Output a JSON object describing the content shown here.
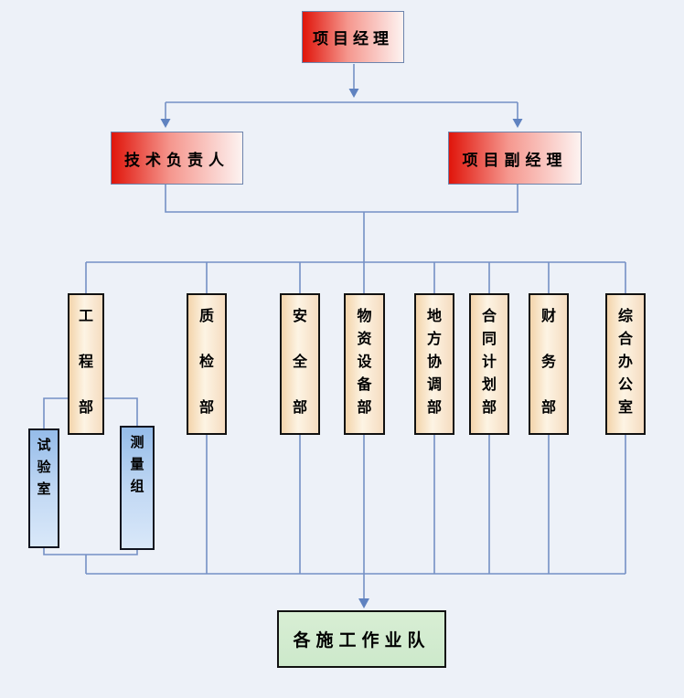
{
  "org_chart": {
    "top": {
      "label": "项目经理"
    },
    "level2": [
      {
        "label": "技术负责人"
      },
      {
        "label": "项目副经理"
      }
    ],
    "departments": [
      {
        "label": "工程部"
      },
      {
        "label": "质检部"
      },
      {
        "label": "安全部"
      },
      {
        "label": "物资设备部"
      },
      {
        "label": "地方协调部"
      },
      {
        "label": "合同计划部"
      },
      {
        "label": "财务部"
      },
      {
        "label": "综合办公室"
      }
    ],
    "engineering_subgroups": [
      {
        "label": "试验室"
      },
      {
        "label": "测量组"
      }
    ],
    "bottom": {
      "label": "各施工作业队"
    }
  },
  "colors": {
    "canvas-bg": "#edf1f8",
    "wire": "#7590c5",
    "arrow": "#5f82c0",
    "manager-red": "#e0150b",
    "manager-fade": "#fdf3f1",
    "manager-border": "#6d84ad",
    "dept-peach": "#f3d4ab",
    "dept-light": "#fdf4e4",
    "subgroup-blue-top": "#95bce9",
    "subgroup-blue-bottom": "#d9e8f9",
    "teams-green": "#cde9cb",
    "node-border-dark": "#111111"
  }
}
